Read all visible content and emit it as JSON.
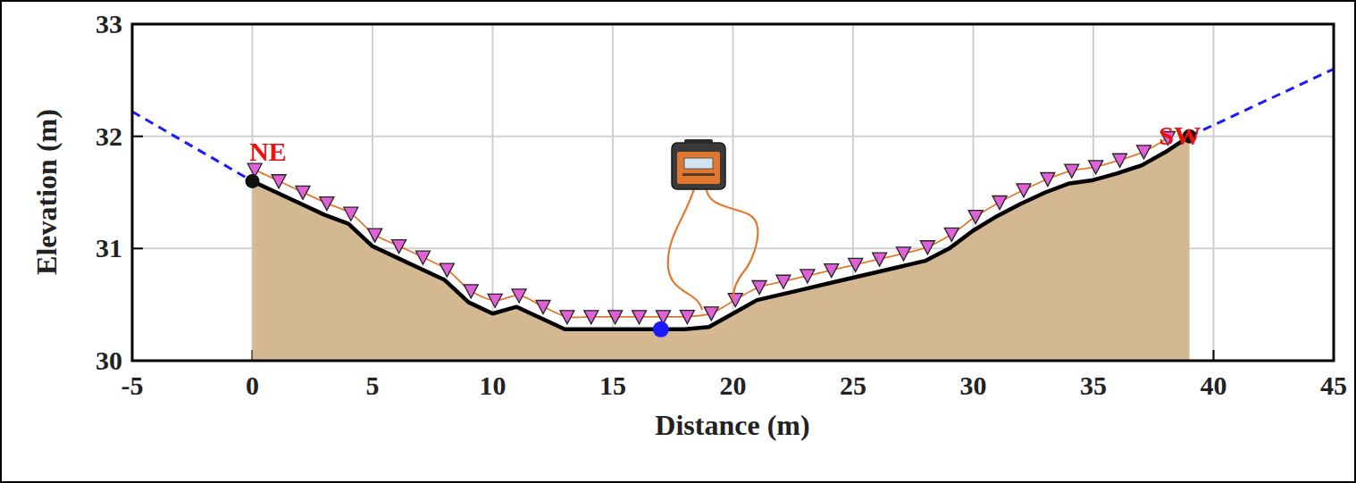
{
  "diagram": {
    "labels": [
      "33",
      "32",
      "31",
      "30",
      "-5",
      "0",
      "5",
      "10",
      "15",
      "20",
      "25",
      "30",
      "35",
      "40",
      "45",
      "Elevation (m)",
      "Distance (m)",
      "NE",
      "SW"
    ]
  }
}
